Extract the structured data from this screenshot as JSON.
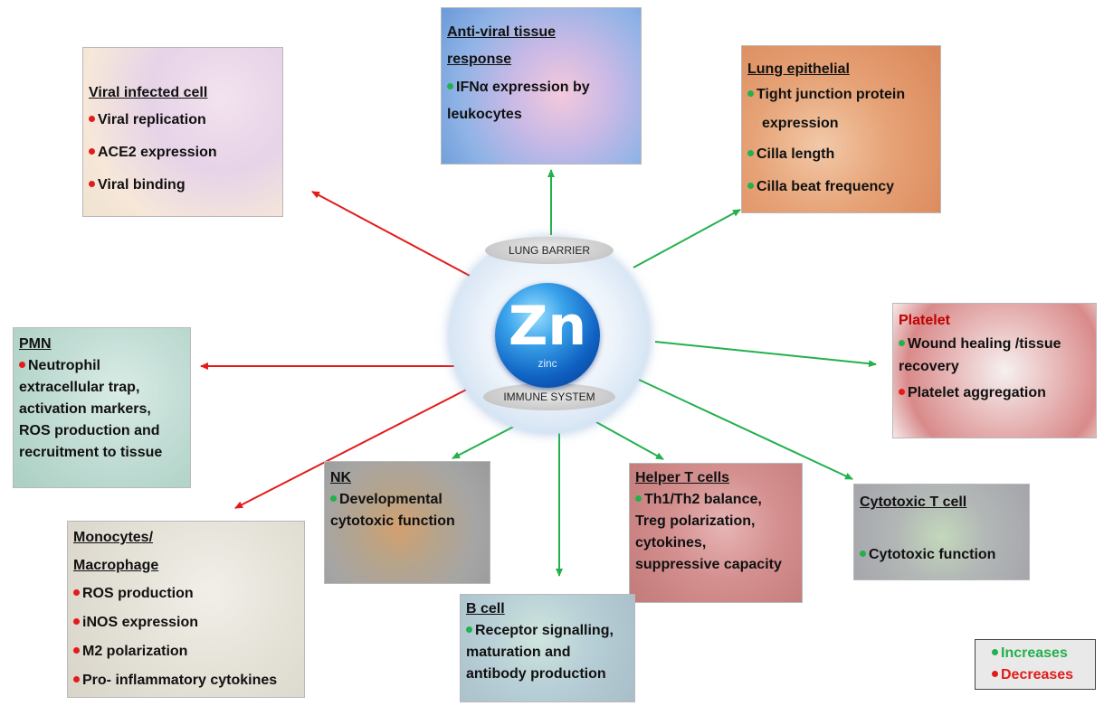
{
  "center": {
    "top_label": "LUNG BARRIER",
    "bottom_label": "IMMUNE SYSTEM",
    "symbol": "Zn",
    "name": "zinc"
  },
  "boxes": {
    "antiviral": {
      "title_1": "Anti-viral tissue",
      "title_2": "response",
      "items": [
        "IFNα expression by",
        "leukocytes"
      ]
    },
    "viral": {
      "title": "Viral infected cell",
      "items": [
        "Viral replication",
        "ACE2 expression",
        "Viral binding"
      ]
    },
    "lung": {
      "title": "Lung epithelial",
      "items": [
        "Tight junction protein",
        "expression",
        "Cilla length",
        "Cilla beat frequency"
      ]
    },
    "platelet": {
      "title": "Platelet",
      "items": [
        "Wound healing /tissue",
        "recovery",
        "Platelet aggregation"
      ]
    },
    "pmn": {
      "title": "PMN",
      "items": [
        "Neutrophil",
        "extracellular trap,",
        "activation markers,",
        "ROS production and",
        "recruitment to tissue"
      ]
    },
    "nk": {
      "title": "NK",
      "items": [
        "Developmental",
        "cytotoxic function"
      ]
    },
    "helper": {
      "title": "Helper T cells",
      "items": [
        "Th1/Th2 balance,",
        "Treg polarization,",
        "cytokines,",
        "suppressive capacity"
      ]
    },
    "cytotoxic": {
      "title": "Cytotoxic T cell",
      "items": [
        "Cytotoxic function"
      ]
    },
    "mono": {
      "title_1": "Monocytes/",
      "title_2": "Macrophage",
      "items": [
        "ROS production",
        "iNOS expression",
        "M2 polarization",
        "Pro- inflammatory cytokines"
      ]
    },
    "bcell": {
      "title": "B cell",
      "items": [
        "Receptor signalling,",
        "maturation and",
        "antibody production"
      ]
    }
  },
  "legend": {
    "increases": "Increases",
    "decreases": "Decreases"
  },
  "colors": {
    "increase": "#22b14c",
    "decrease": "#e31b1b",
    "platelet_title": "#c00000"
  }
}
